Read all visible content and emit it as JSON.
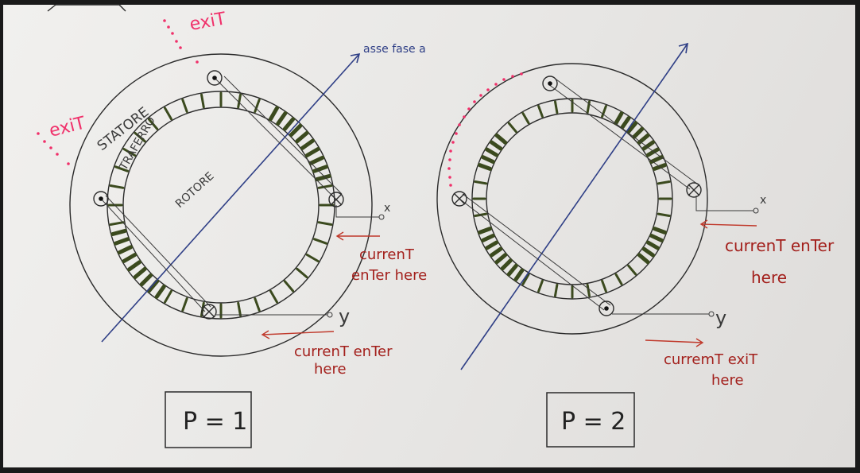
{
  "diagram_left": {
    "stator_label": "STATORE",
    "airgap_label": "TRAFERRO",
    "rotor_label": "ROTORE",
    "axis_label": "asse fase a",
    "exit_top": "exiT",
    "exit_left": "exiT",
    "terminal_x": "x",
    "terminal_y": "y",
    "current_x": [
      "currenT",
      "enTer here"
    ],
    "current_y": [
      "currenT enTer",
      "here"
    ],
    "pole_box": "P = 1"
  },
  "diagram_right": {
    "terminal_x": "x",
    "terminal_y": "y",
    "current_x": [
      "currenT enTer",
      "here"
    ],
    "current_y": [
      "curremT exiT",
      "here"
    ],
    "pole_box": "P = 2"
  },
  "colors": {
    "axis": "#2f3f86",
    "annotation_red": "#a3201c",
    "annotation_pink": "#f0306a",
    "winding_green": "#3b4a1e"
  }
}
